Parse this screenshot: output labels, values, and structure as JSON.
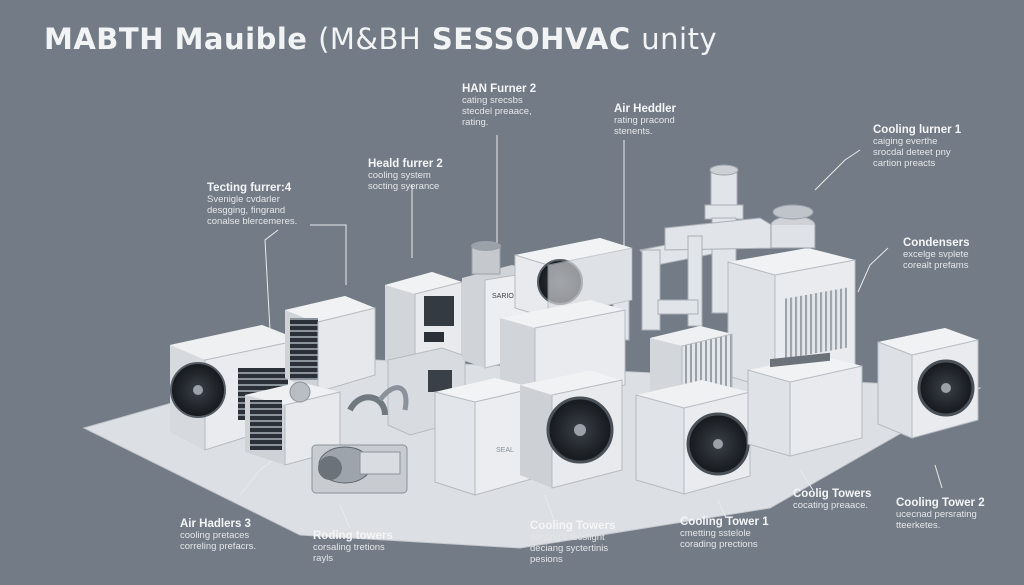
{
  "title": {
    "part1": "MABTH",
    "part2": "Mauible",
    "part3": "(M&BH",
    "part4": "SESSOHVAC",
    "part5": "unity"
  },
  "labels": [
    {
      "id": "han-furner-2",
      "heading": "HAN Furner 2",
      "lines": [
        "cating srecsbs",
        "stecdel preaace,",
        "rating."
      ]
    },
    {
      "id": "air-heddler",
      "heading": "Air Heddler",
      "lines": [
        "rating pracond",
        "stenents."
      ]
    },
    {
      "id": "cooling-lurner-1",
      "heading": "Cooling lurner 1",
      "lines": [
        "caiging everthe",
        "srocdal deteet pny",
        "cartion preacts"
      ]
    },
    {
      "id": "heald-furrer-2",
      "heading": "Heald furrer 2",
      "lines": [
        "cooling system",
        "socting syerance"
      ]
    },
    {
      "id": "tecting-furrer",
      "heading": "Tecting furrer:4",
      "lines": [
        "Svenigle cvdarler",
        "desgging, fingrand",
        "conalse blercemeres."
      ]
    },
    {
      "id": "condensers",
      "heading": "Condensers",
      "lines": [
        "excelge svplete",
        "corealt prefams"
      ]
    },
    {
      "id": "air-hadlers-3",
      "heading": "Air Hadlers 3",
      "lines": [
        "cooling pretaces",
        "correling prefacrs."
      ]
    },
    {
      "id": "roding-towers",
      "heading": "Roding towers",
      "lines": [
        "corsaling tretions",
        "rayls"
      ]
    },
    {
      "id": "cooling-towers-center",
      "heading": "Cooling Towers",
      "lines": [
        "senting's tecslight",
        "deciang syctertinis",
        "pesions"
      ]
    },
    {
      "id": "cooling-tower-1",
      "heading": "Cooling Tower 1",
      "lines": [
        "cmetting sstelole",
        "corading prections"
      ]
    },
    {
      "id": "cooling-towers-right",
      "heading": "Coolig Towers",
      "lines": [
        "cocating preaace."
      ]
    },
    {
      "id": "cooling-tower-2",
      "heading": "Cooling Tower 2",
      "lines": [
        "ucecnad persrating",
        "tteerketes."
      ]
    }
  ],
  "equipment_markings": {
    "unit_badge": "SARIO",
    "cabinet_badge": "SEAL"
  },
  "colors": {
    "background": "#737c86",
    "unit_face": "#e9ebee",
    "unit_side": "#c9cdd2",
    "floor": "#dfe2e6",
    "text": "#f4f5f6"
  }
}
